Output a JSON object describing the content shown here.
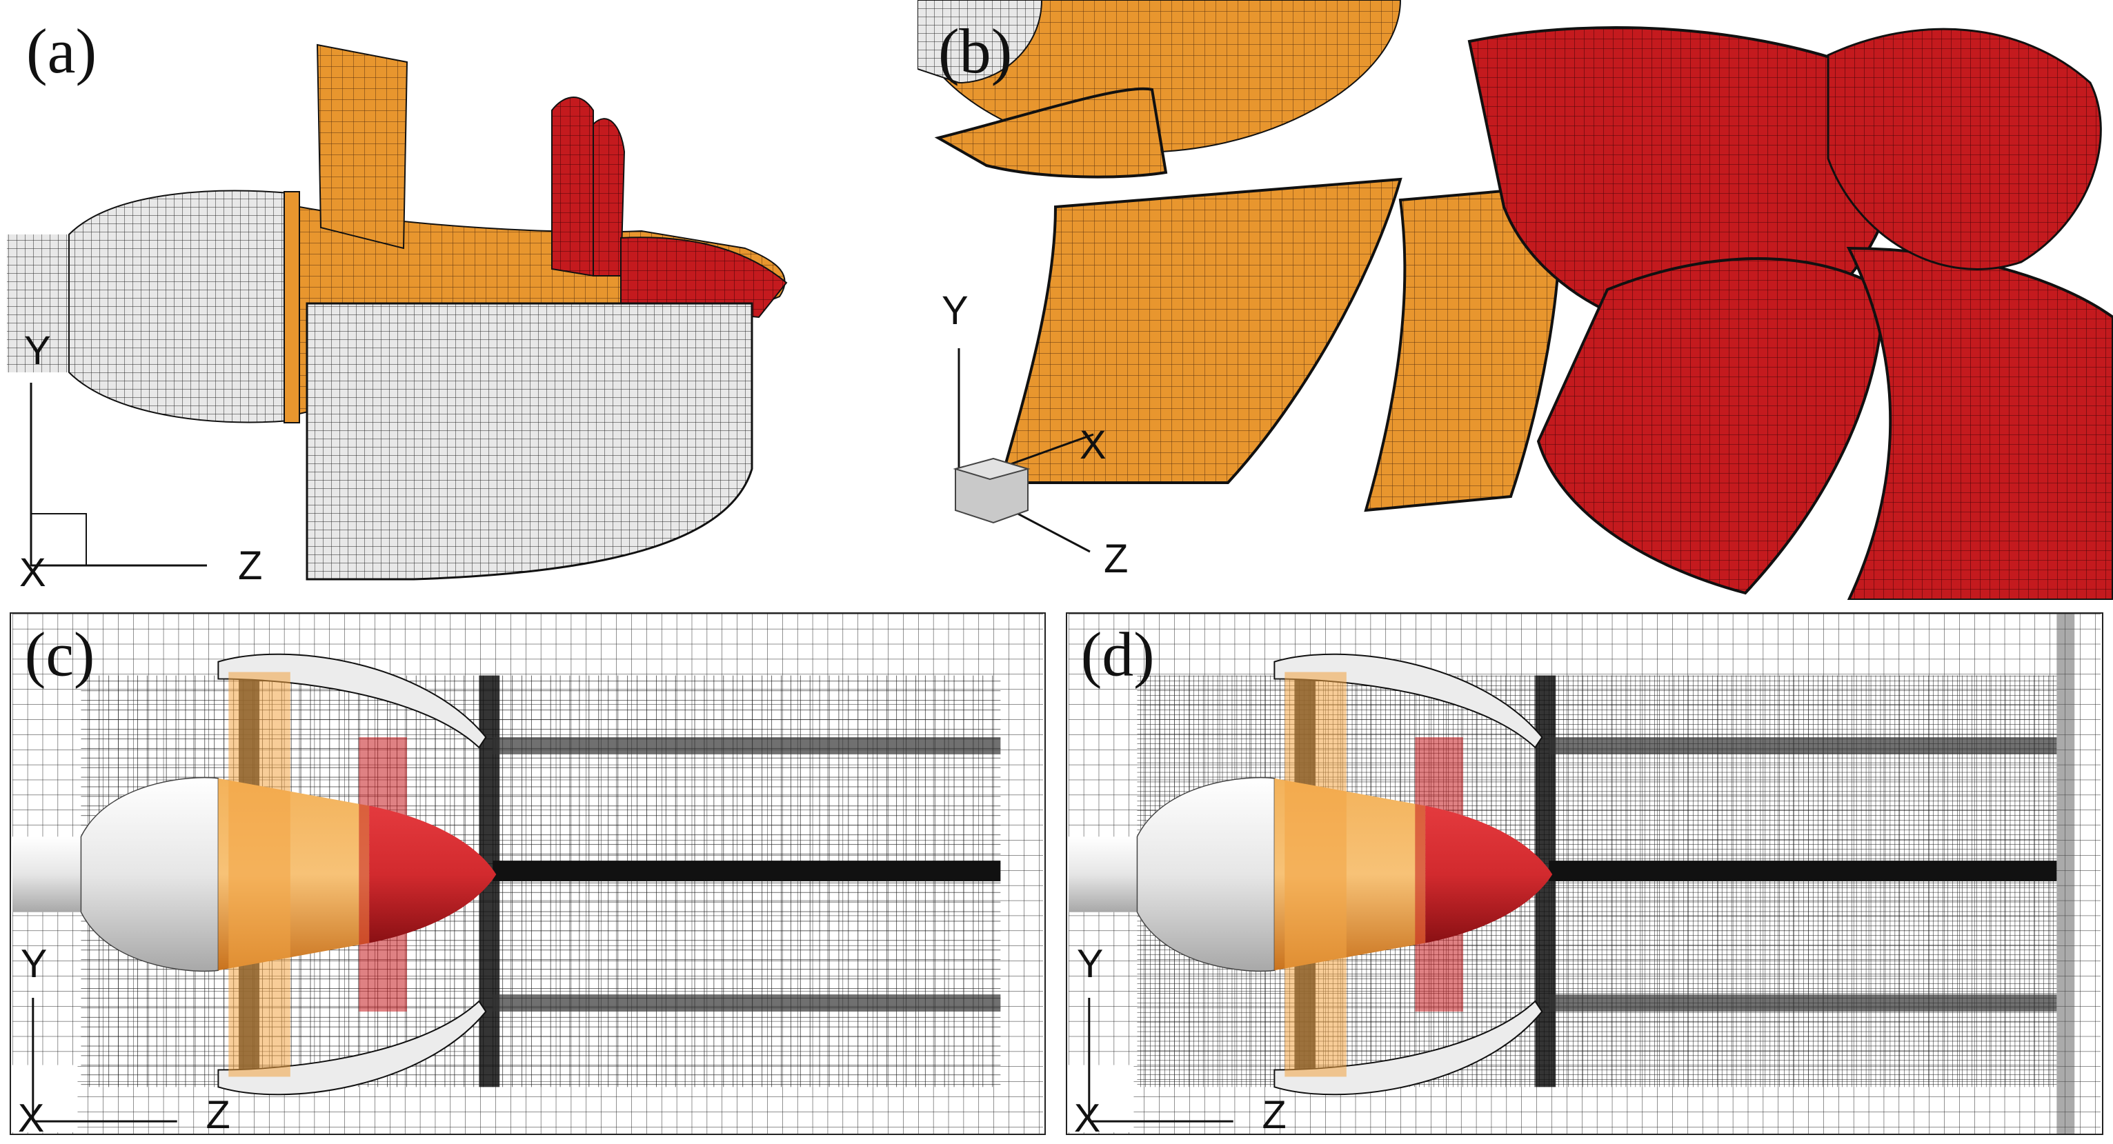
{
  "figure": {
    "panels": [
      {
        "id": "a",
        "label": "(a)",
        "axes": {
          "vertical": "Y",
          "horizontal": "Z",
          "depth": "X"
        }
      },
      {
        "id": "b",
        "label": "(b)",
        "axes": {
          "vertical": "Y",
          "horizontal": "Z",
          "depth": "X"
        }
      },
      {
        "id": "c",
        "label": "(c)",
        "axes": {
          "vertical": "Y",
          "horizontal": "Z",
          "depth": "X"
        }
      },
      {
        "id": "d",
        "label": "(d)",
        "axes": {
          "vertical": "Y",
          "horizontal": "Z",
          "depth": "X"
        }
      }
    ]
  },
  "colors": {
    "rotor_red": "#c41a1e",
    "stator_orange": "#e8962e",
    "hub_white": "#e6e6e6",
    "mesh_line": "#111111"
  }
}
